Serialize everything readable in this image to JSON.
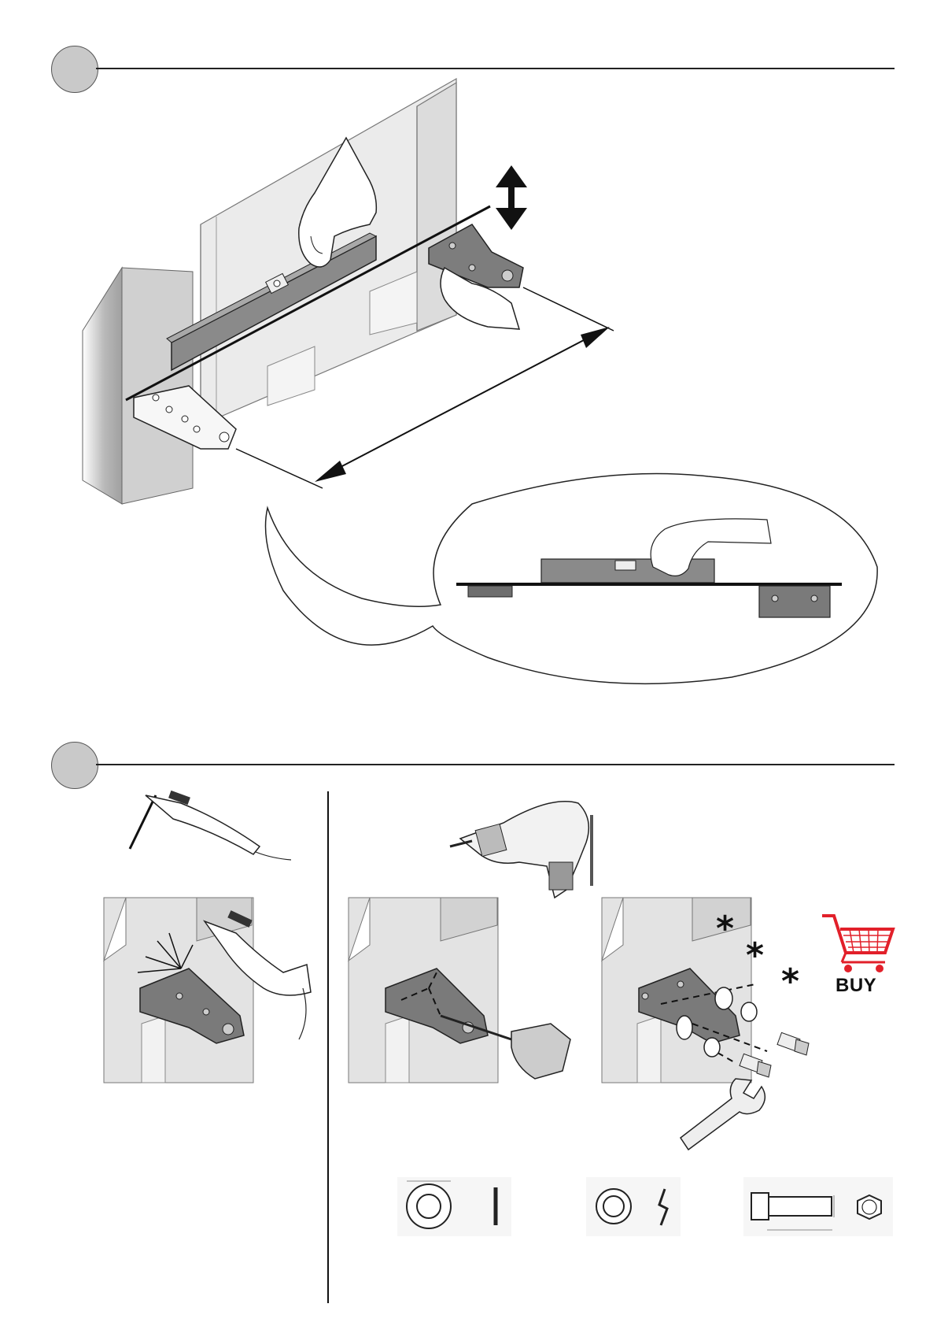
{
  "steps": [
    {
      "id": "step-1"
    },
    {
      "id": "step-2"
    }
  ],
  "shop": {
    "label": "BUY",
    "accent_color": "#e2202a",
    "icon": "shopping-cart-icon"
  },
  "annotations": {
    "asterisk": "*"
  },
  "colors": {
    "bracket": "#7a7a7a",
    "wall": "#e3e3e3",
    "wall_shadow": "#b5b5b5",
    "line": "#111111"
  }
}
